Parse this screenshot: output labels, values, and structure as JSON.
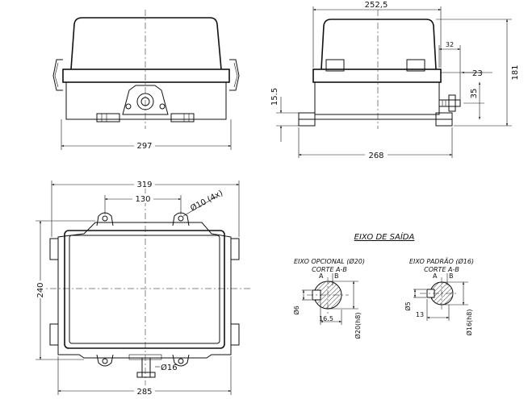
{
  "dimensions": {
    "front_width": "297",
    "side_width": "252,5",
    "side_base_width": "268",
    "side_height": "181",
    "side_32": "32",
    "side_23": "23",
    "side_35": "35",
    "side_15_5": "15.5",
    "top_width": "319",
    "top_hole_spacing": "130",
    "top_hole_dia": "Ø10 (4x)",
    "top_height": "240",
    "top_bottom_width": "285",
    "top_shaft_dia": "Ø16"
  },
  "shaft_section": {
    "title": "EIXO DE SAÍDA",
    "optional": {
      "label_line1": "EIXO OPCIONAL (Ø20)",
      "label_line2": "CORTE A-B",
      "key_width": "Ø6",
      "key_depth": "16.5",
      "diameter": "Ø20(h8)",
      "letter_a": "A",
      "letter_b": "B"
    },
    "standard": {
      "label_line1": "EIXO PADRÃO (Ø16)",
      "label_line2": "CORTE A-B",
      "key_width": "Ø5",
      "key_depth": "13",
      "diameter": "Ø16(h8)",
      "letter_a": "A",
      "letter_b": "B"
    }
  }
}
